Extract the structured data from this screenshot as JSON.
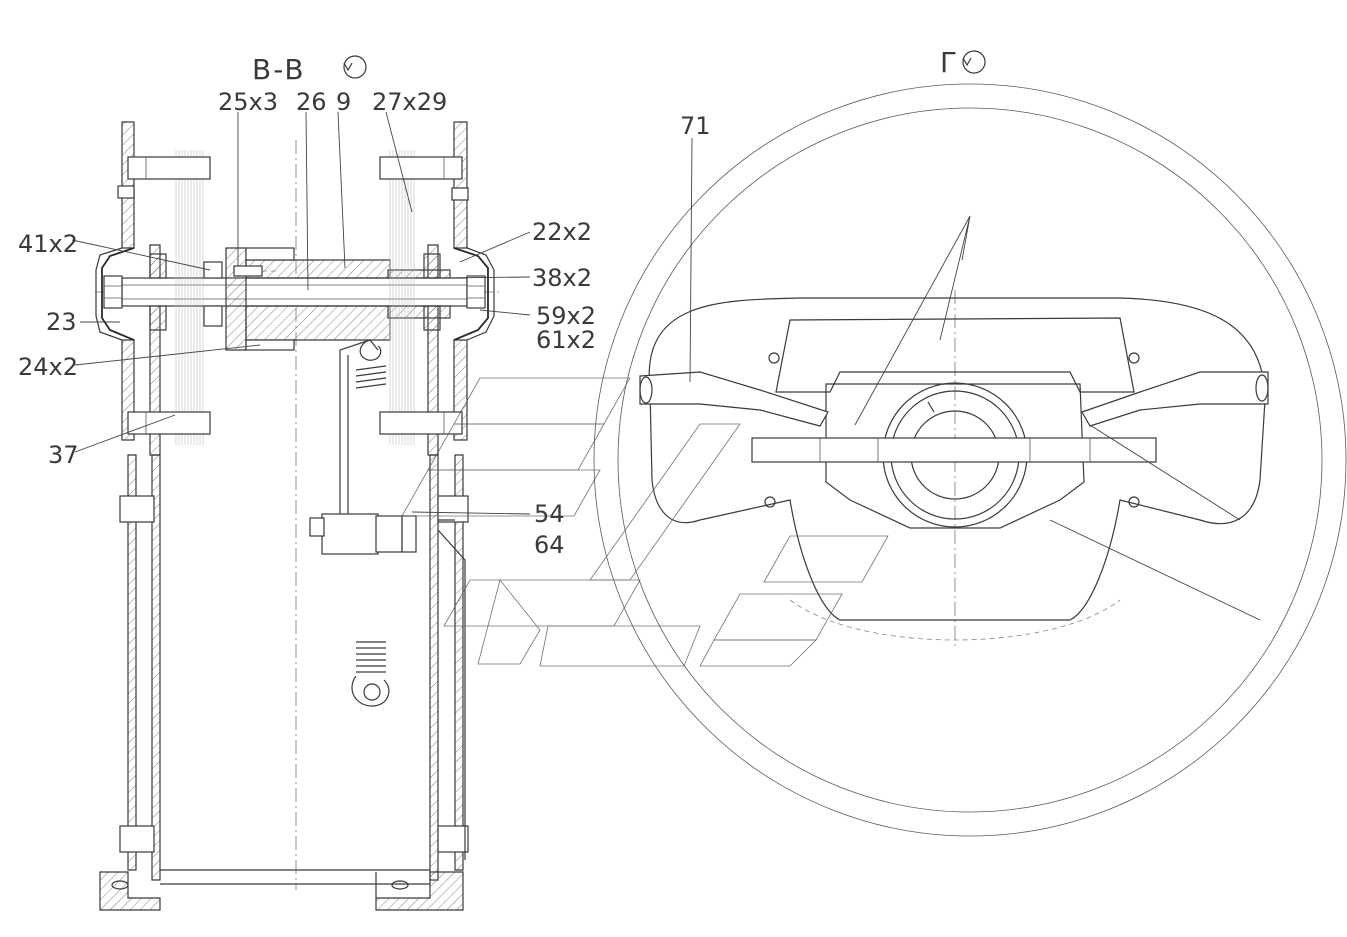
{
  "views": {
    "section_title": "B-B",
    "view_title": "Г"
  },
  "labels": {
    "l25x3": "25x3",
    "l26": "26",
    "l9": "9",
    "l27x29": "27x29",
    "l41x2": "41x2",
    "l22x2": "22x2",
    "l38x2": "38x2",
    "l23": "23",
    "l59x2": "59x2",
    "l61x2": "61x2",
    "l24x2": "24x2",
    "l37": "37",
    "l54": "54",
    "l64": "64",
    "l71": "71"
  }
}
